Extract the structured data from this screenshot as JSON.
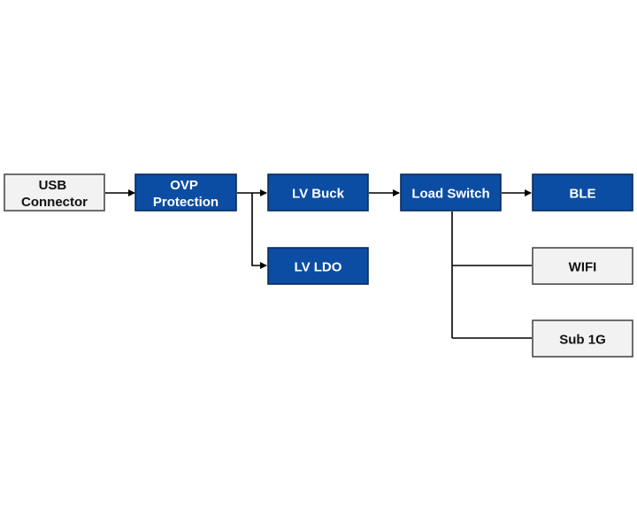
{
  "colors": {
    "primary_fill": "#0B4DA2",
    "primary_stroke": "#0A2B5A",
    "secondary_fill": "#F2F2F2",
    "secondary_stroke": "#4A4A4A",
    "primary_text": "#FFFFFF",
    "secondary_text": "#111111",
    "line": "#000000"
  },
  "blocks": {
    "usb_connector": {
      "lines": [
        "USB",
        "Connector"
      ],
      "style": "secondary"
    },
    "ovp_protection": {
      "lines": [
        "OVP",
        "Protection"
      ],
      "style": "primary"
    },
    "lv_buck": {
      "lines": [
        "LV Buck"
      ],
      "style": "primary"
    },
    "load_switch": {
      "lines": [
        "Load Switch"
      ],
      "style": "primary"
    },
    "ble": {
      "lines": [
        "BLE"
      ],
      "style": "primary"
    },
    "lv_ldo": {
      "lines": [
        "LV LDO"
      ],
      "style": "primary"
    },
    "wifi": {
      "lines": [
        "WIFI"
      ],
      "style": "secondary"
    },
    "sub_1g": {
      "lines": [
        "Sub 1G"
      ],
      "style": "secondary"
    }
  },
  "connections": [
    {
      "from": "usb_connector",
      "to": "ovp_protection"
    },
    {
      "from": "ovp_protection",
      "to": "lv_buck"
    },
    {
      "from": "ovp_protection",
      "to": "lv_ldo"
    },
    {
      "from": "lv_buck",
      "to": "load_switch"
    },
    {
      "from": "load_switch",
      "to": "ble"
    },
    {
      "from": "load_switch",
      "to": "wifi"
    },
    {
      "from": "load_switch",
      "to": "sub_1g"
    }
  ]
}
